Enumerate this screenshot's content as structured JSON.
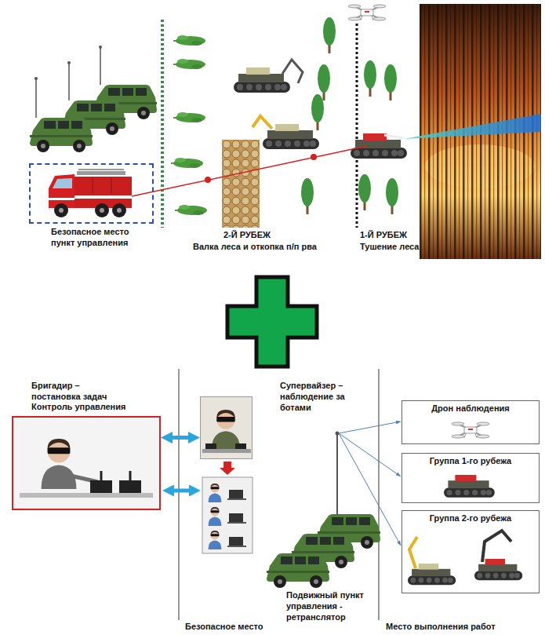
{
  "diagram": {
    "nodes": [
      {
        "text": [
          "Безопасное место пункт управления"
        ]
      },
      {
        "text": [
          "Бригадир – постановка задач Контроль управления"
        ]
      },
      {
        "text": [
          "Супервайзер – наблюдение за ботами"
        ]
      },
      {
        "text": [
          "Дрон наблюдения"
        ]
      },
      {
        "text": [
          "Группа 1-го рубежа"
        ]
      },
      {
        "text": [
          "Группа 2-го рубежа"
        ]
      }
    ],
    "edges": [
      {
        "from": 1,
        "to": 2,
        "arrow": "both"
      }
    ],
    "labels": [
      "2-Й РУБЕЖ",
      "Валка леса и откопка п/п рва",
      "1-Й РУБЕЖ",
      "Тушение леса",
      "Подвижный пункт управления - ретранслятор",
      "Безопасное место",
      "Место выполнения работ"
    ]
  }
}
